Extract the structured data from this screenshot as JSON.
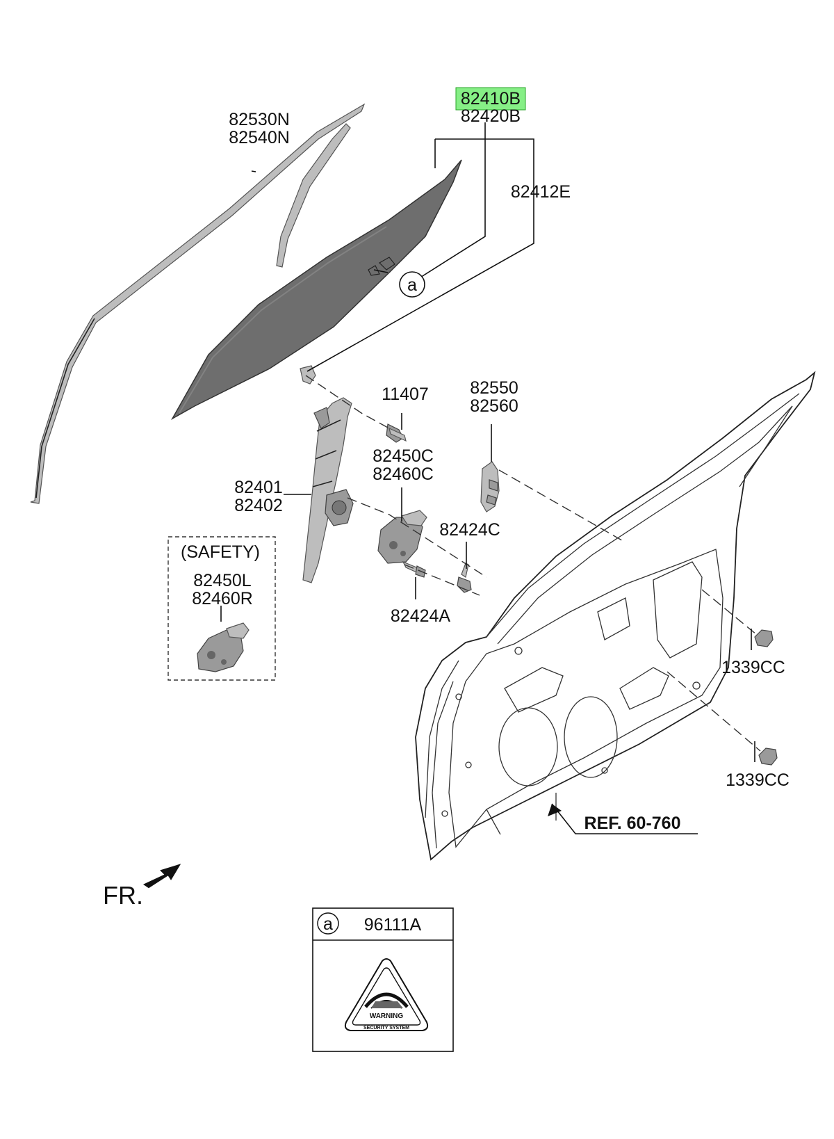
{
  "diagram": {
    "labels": {
      "moulding_1": "82530N",
      "moulding_2": "82540N",
      "glass_1": "82410B",
      "glass_2": "82420B",
      "glass_run": "82412E",
      "bolt": "11407",
      "channel_1": "82550",
      "channel_2": "82560",
      "motor_1": "82450C",
      "motor_2": "82460C",
      "regulator_1": "82401",
      "regulator_2": "82402",
      "screw_c": "82424C",
      "screw_a": "82424A",
      "safety_title": "(SAFETY)",
      "safety_1": "82450L",
      "safety_2": "82460R",
      "plug_1": "1339CC",
      "plug_2": "1339CC",
      "ref": "REF. 60-760",
      "front": "FR.",
      "callout_a": "a",
      "legend_key": "a",
      "legend_part": "96111A",
      "sticker_1": "WARNING",
      "sticker_2": "SECURITY SYSTEM"
    },
    "highlighted_label": "82410B",
    "highlight_color": "#86ef86"
  }
}
